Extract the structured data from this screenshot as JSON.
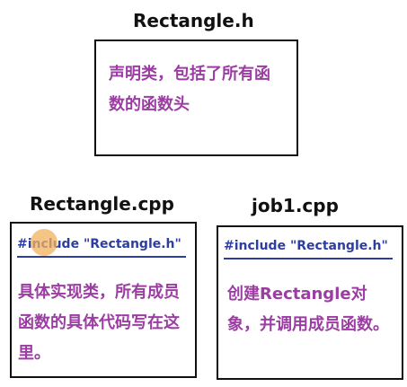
{
  "header_file": {
    "title": "Rectangle.h",
    "desc": "声明类，包括了所有函数的函数头"
  },
  "impl_file": {
    "title": "Rectangle.cpp",
    "include": "#include \"Rectangle.h\"",
    "desc": "具体实现类，所有成员函数的具体代码写在这里。"
  },
  "job_file": {
    "title": "job1.cpp",
    "include": "#include \"Rectangle.h\"",
    "desc": "创建Rectangle对象，并调用成员函数。"
  },
  "colors": {
    "desc_text": "#9b3da2",
    "include_text": "#2d3ea3",
    "cursor_highlight": "#f2b15c"
  }
}
